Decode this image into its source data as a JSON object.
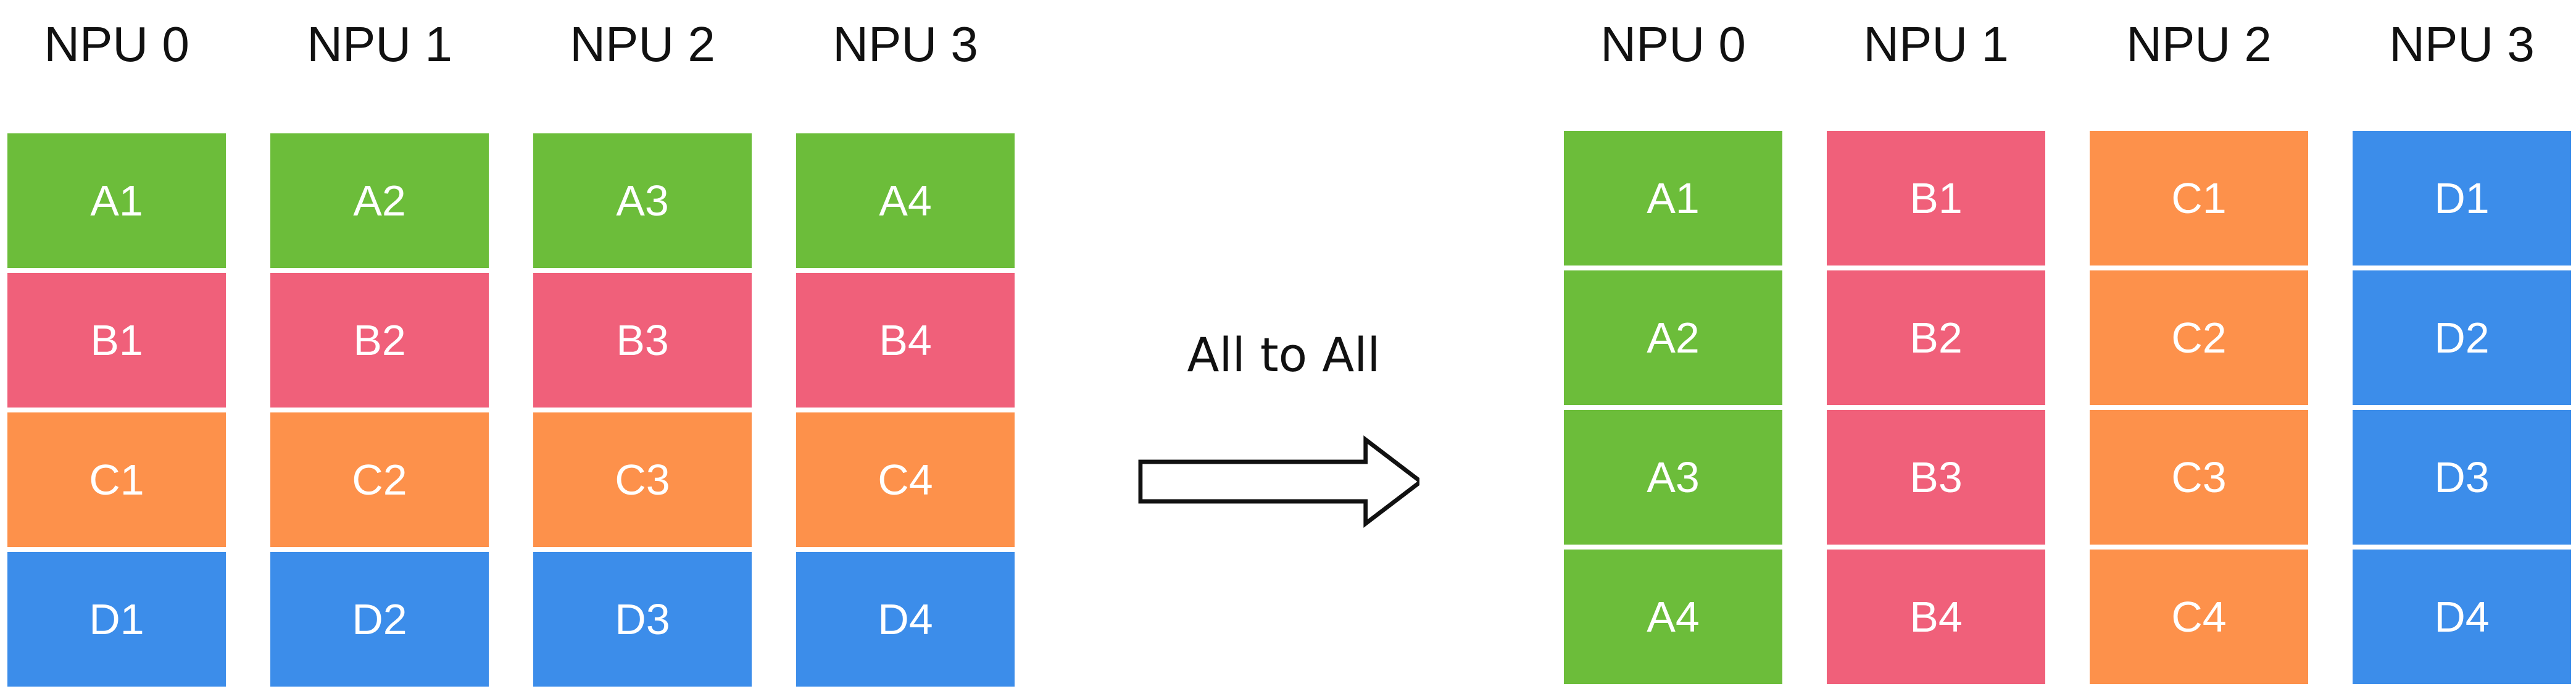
{
  "colors": {
    "A": "#6CBD3A",
    "B": "#F0607A",
    "C": "#FD914B",
    "D": "#3C8DEA"
  },
  "before": {
    "columns": [
      {
        "label": "NPU 0",
        "cells": [
          {
            "text": "A1",
            "group": "A"
          },
          {
            "text": "B1",
            "group": "B"
          },
          {
            "text": "C1",
            "group": "C"
          },
          {
            "text": "D1",
            "group": "D"
          }
        ]
      },
      {
        "label": "NPU 1",
        "cells": [
          {
            "text": "A2",
            "group": "A"
          },
          {
            "text": "B2",
            "group": "B"
          },
          {
            "text": "C2",
            "group": "C"
          },
          {
            "text": "D2",
            "group": "D"
          }
        ]
      },
      {
        "label": "NPU 2",
        "cells": [
          {
            "text": "A3",
            "group": "A"
          },
          {
            "text": "B3",
            "group": "B"
          },
          {
            "text": "C3",
            "group": "C"
          },
          {
            "text": "D3",
            "group": "D"
          }
        ]
      },
      {
        "label": "NPU 3",
        "cells": [
          {
            "text": "A4",
            "group": "A"
          },
          {
            "text": "B4",
            "group": "B"
          },
          {
            "text": "C4",
            "group": "C"
          },
          {
            "text": "D4",
            "group": "D"
          }
        ]
      }
    ]
  },
  "operation": {
    "label": "All to All",
    "arrow_icon": "right-arrow-icon"
  },
  "after": {
    "columns": [
      {
        "label": "NPU 0",
        "cells": [
          {
            "text": "A1",
            "group": "A"
          },
          {
            "text": "A2",
            "group": "A"
          },
          {
            "text": "A3",
            "group": "A"
          },
          {
            "text": "A4",
            "group": "A"
          }
        ]
      },
      {
        "label": "NPU 1",
        "cells": [
          {
            "text": "B1",
            "group": "B"
          },
          {
            "text": "B2",
            "group": "B"
          },
          {
            "text": "B3",
            "group": "B"
          },
          {
            "text": "B4",
            "group": "B"
          }
        ]
      },
      {
        "label": "NPU 2",
        "cells": [
          {
            "text": "C1",
            "group": "C"
          },
          {
            "text": "C2",
            "group": "C"
          },
          {
            "text": "C3",
            "group": "C"
          },
          {
            "text": "C4",
            "group": "C"
          }
        ]
      },
      {
        "label": "NPU 3",
        "cells": [
          {
            "text": "D1",
            "group": "D"
          },
          {
            "text": "D2",
            "group": "D"
          },
          {
            "text": "D3",
            "group": "D"
          },
          {
            "text": "D4",
            "group": "D"
          }
        ]
      }
    ]
  }
}
